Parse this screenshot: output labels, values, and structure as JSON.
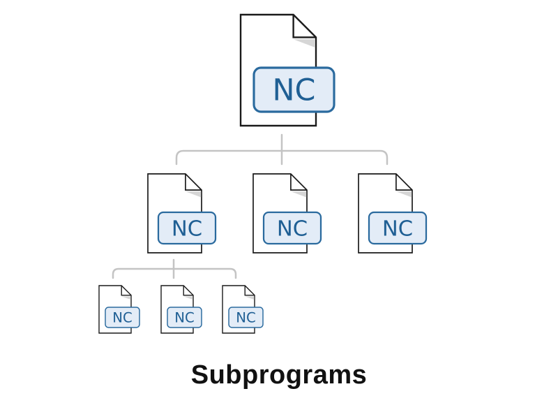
{
  "title": "Subprograms",
  "colors": {
    "doc_stroke": "#1a1a1a",
    "doc_fill": "#ffffff",
    "fold_shadow": "#d6d6d6",
    "badge_fill": "#e3ecf7",
    "badge_stroke": "#2a6a9e",
    "badge_text": "#1f5f94",
    "connector": "#c4c4c4"
  },
  "tree": {
    "root": {
      "label": "NC"
    },
    "level1": [
      {
        "label": "NC",
        "has_children": true
      },
      {
        "label": "NC"
      },
      {
        "label": "NC"
      }
    ],
    "level2": [
      {
        "label": "NC"
      },
      {
        "label": "NC"
      },
      {
        "label": "NC"
      }
    ]
  }
}
